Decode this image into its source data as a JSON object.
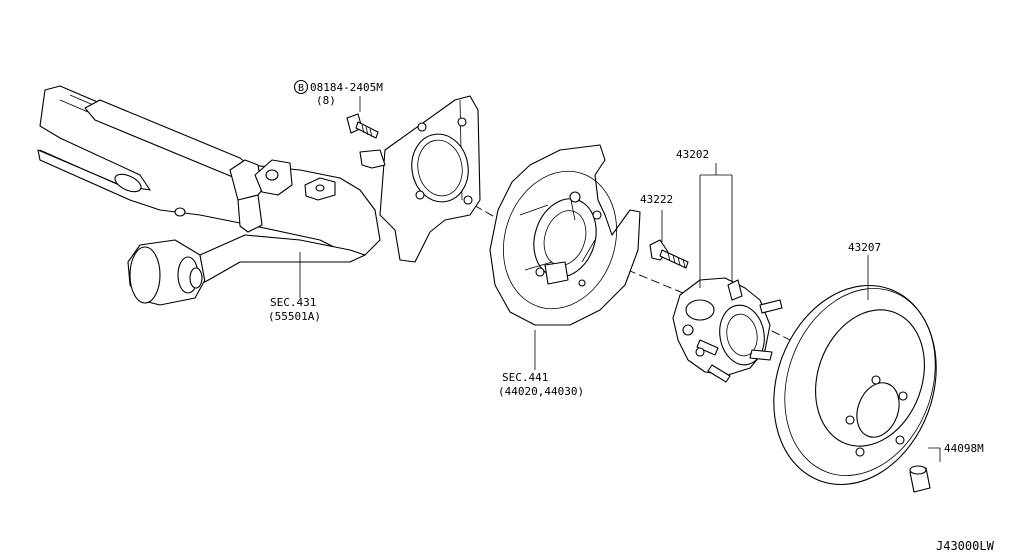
{
  "callouts": {
    "bolt_code": "08184-2405M",
    "bolt_qty": "(8)",
    "bolt_prefix_symbol": "B",
    "sec431": "SEC.431",
    "sec431_sub": "(55501A)",
    "sec441": "SEC.441",
    "sec441_sub": "(44020,44030)",
    "hub_assy": "43202",
    "hub_bolt": "43222",
    "rotor": "43207",
    "cap": "44098M"
  },
  "diagram_id": "J43000LW"
}
